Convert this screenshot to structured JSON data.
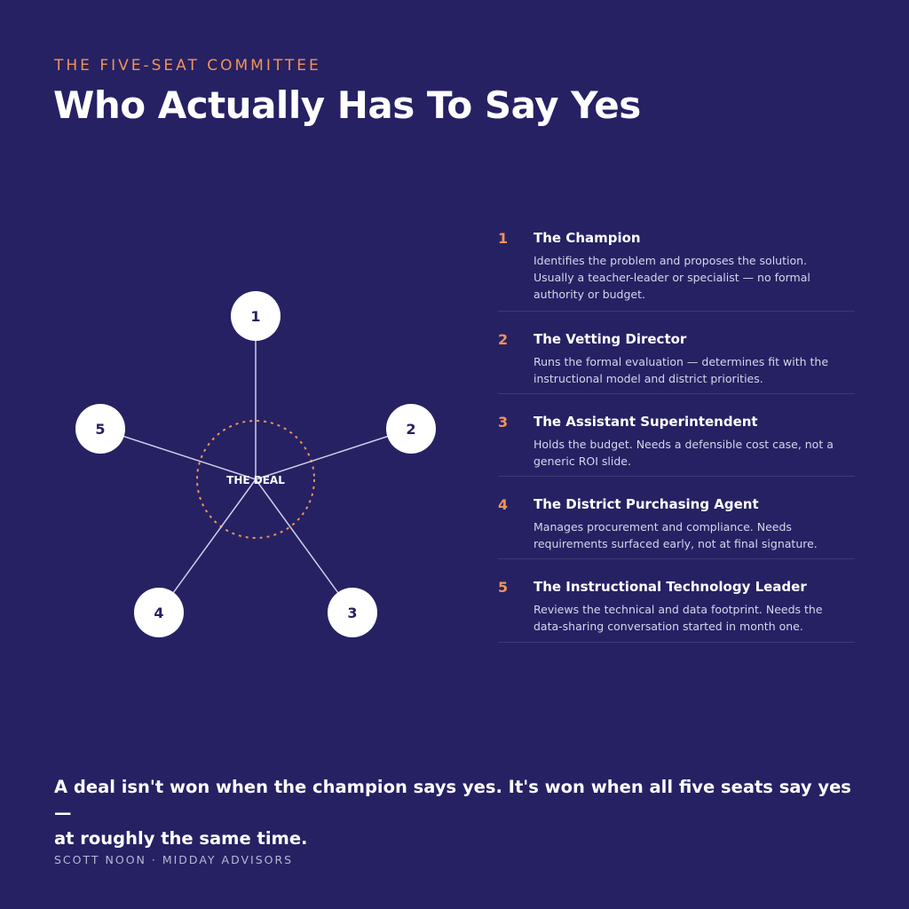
{
  "header": {
    "eyebrow": "THE FIVE-SEAT COMMITTEE",
    "title": "Who Actually Has To Say Yes"
  },
  "diagram": {
    "center_label": "THE DEAL",
    "nodes": [
      "1",
      "2",
      "3",
      "4",
      "5"
    ],
    "colors": {
      "node_fill": "#ffffff",
      "node_text": "#262163",
      "spoke": "#cfcde6",
      "ring": "#f0935a"
    }
  },
  "seats": [
    {
      "number": "1",
      "role": "The Champion",
      "desc_lines": [
        "Identifies the problem and proposes the solution.",
        "Usually a teacher-leader or specialist — no formal",
        "authority or budget."
      ]
    },
    {
      "number": "2",
      "role": "The Vetting Director",
      "desc_lines": [
        "Runs the formal evaluation — determines fit with the",
        "instructional model and district priorities."
      ]
    },
    {
      "number": "3",
      "role": "The Assistant Superintendent",
      "desc_lines": [
        "Holds the budget. Needs a defensible cost case, not a",
        "generic ROI slide."
      ]
    },
    {
      "number": "4",
      "role": "The District Purchasing Agent",
      "desc_lines": [
        "Manages procurement and compliance. Needs",
        "requirements surfaced early, not at final signature."
      ]
    },
    {
      "number": "5",
      "role": "The Instructional Technology Leader",
      "desc_lines": [
        "Reviews the technical and data footprint. Needs the",
        "data-sharing conversation started in month one."
      ]
    }
  ],
  "quote": {
    "line1": "A deal isn't won when the champion says yes. It's won when all five seats say yes —",
    "line2": "at roughly the same time."
  },
  "footer": "SCOTT NOON · MIDDAY ADVISORS",
  "colors": {
    "background": "#262163",
    "accent": "#f0935a",
    "text": "#ffffff"
  }
}
